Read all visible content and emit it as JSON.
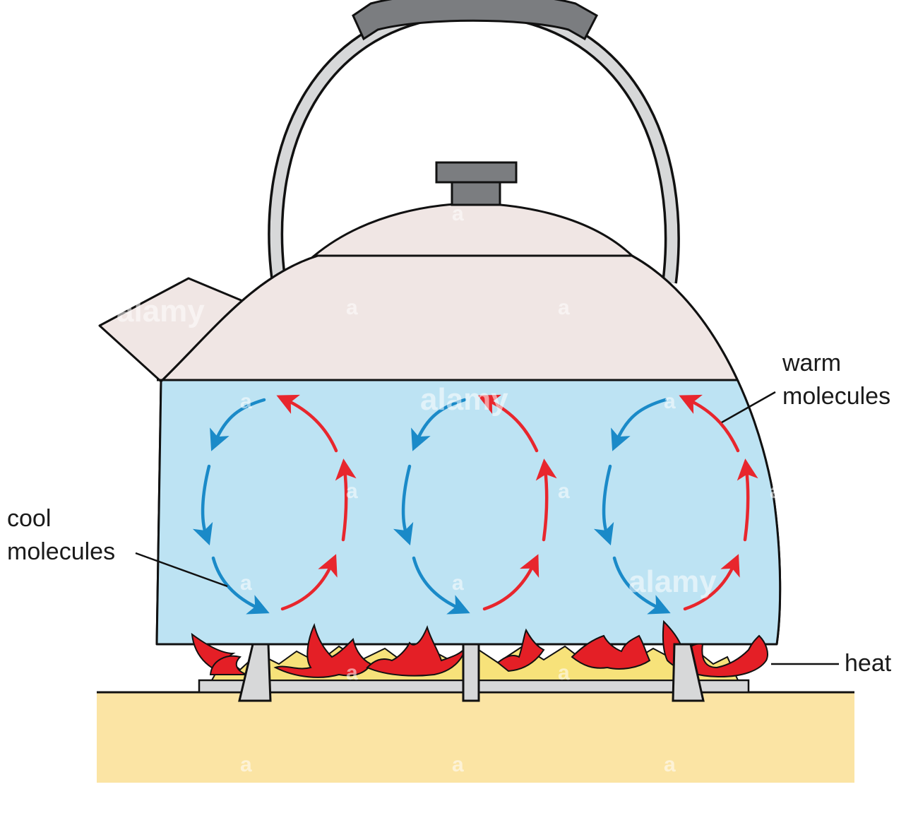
{
  "labels": {
    "warm_line1": "warm",
    "warm_line2": "molecules",
    "cool_line1": "cool",
    "cool_line2": "molecules",
    "heat": "heat"
  },
  "watermarks": [
    "alamy",
    "a"
  ],
  "colors": {
    "water": "#bde3f3",
    "kettle_body": "#f0e6e4",
    "warm_arrow": "#e8262d",
    "cool_arrow": "#1a8ac8",
    "flame_outer": "#e41f26",
    "flame_inner": "#f7e27a",
    "counter": "#fbe4a4",
    "metal_dark": "#7b7d80",
    "metal_light": "#d7d8d9"
  },
  "icons": [
    "kettle",
    "convection-loop",
    "flame",
    "burner-grate"
  ]
}
